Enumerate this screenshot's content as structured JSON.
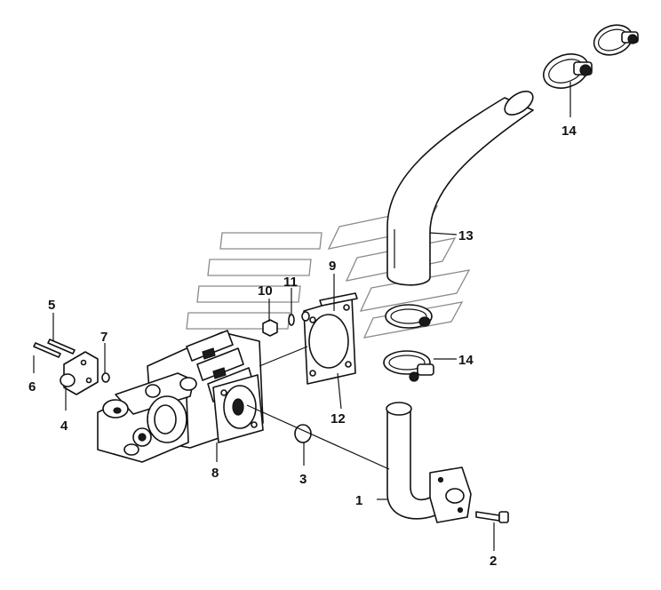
{
  "diagram": {
    "colors": {
      "ink": "#111111",
      "watermark": "#8a8a8a",
      "background": "#ffffff"
    },
    "callouts": [
      {
        "id": "c1",
        "text": "1"
      },
      {
        "id": "c2",
        "text": "2"
      },
      {
        "id": "c3",
        "text": "3"
      },
      {
        "id": "c4",
        "text": "4"
      },
      {
        "id": "c5",
        "text": "5"
      },
      {
        "id": "c6",
        "text": "6"
      },
      {
        "id": "c7",
        "text": "7"
      },
      {
        "id": "c8",
        "text": "8"
      },
      {
        "id": "c9",
        "text": "9"
      },
      {
        "id": "c10",
        "text": "10"
      },
      {
        "id": "c11",
        "text": "11"
      },
      {
        "id": "c12",
        "text": "12"
      },
      {
        "id": "c13",
        "text": "13"
      },
      {
        "id": "c14a",
        "text": "14"
      },
      {
        "id": "c14b",
        "text": "14"
      }
    ]
  }
}
